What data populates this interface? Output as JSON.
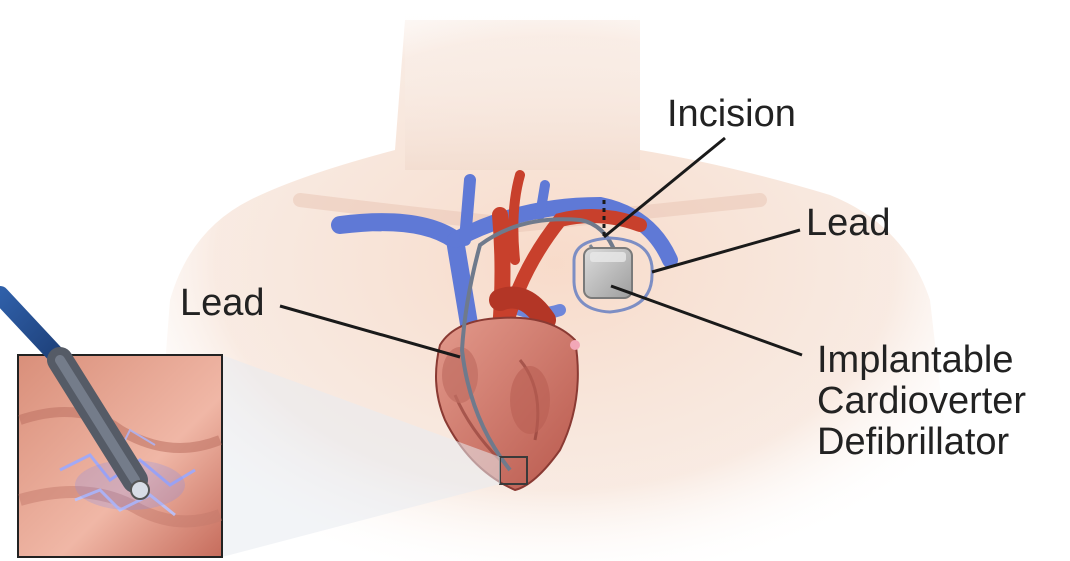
{
  "labels": {
    "incision": "Incision",
    "lead_right": "Lead",
    "lead_left": "Lead",
    "icd": [
      "Implantable",
      "Cardioverter",
      "Defibrillator"
    ]
  },
  "colors": {
    "background": "#ffffff",
    "skin": "#f6dccb",
    "vein_blue": "#5f79d6",
    "artery_red": "#c8402c",
    "heart": "#d9857a",
    "device_gray": "#bdbdbd",
    "leader_line": "#1a1a1a"
  },
  "icons": {
    "device": "icd-device-icon",
    "heart": "heart-icon",
    "inset": "lead-tip-closeup-icon"
  }
}
